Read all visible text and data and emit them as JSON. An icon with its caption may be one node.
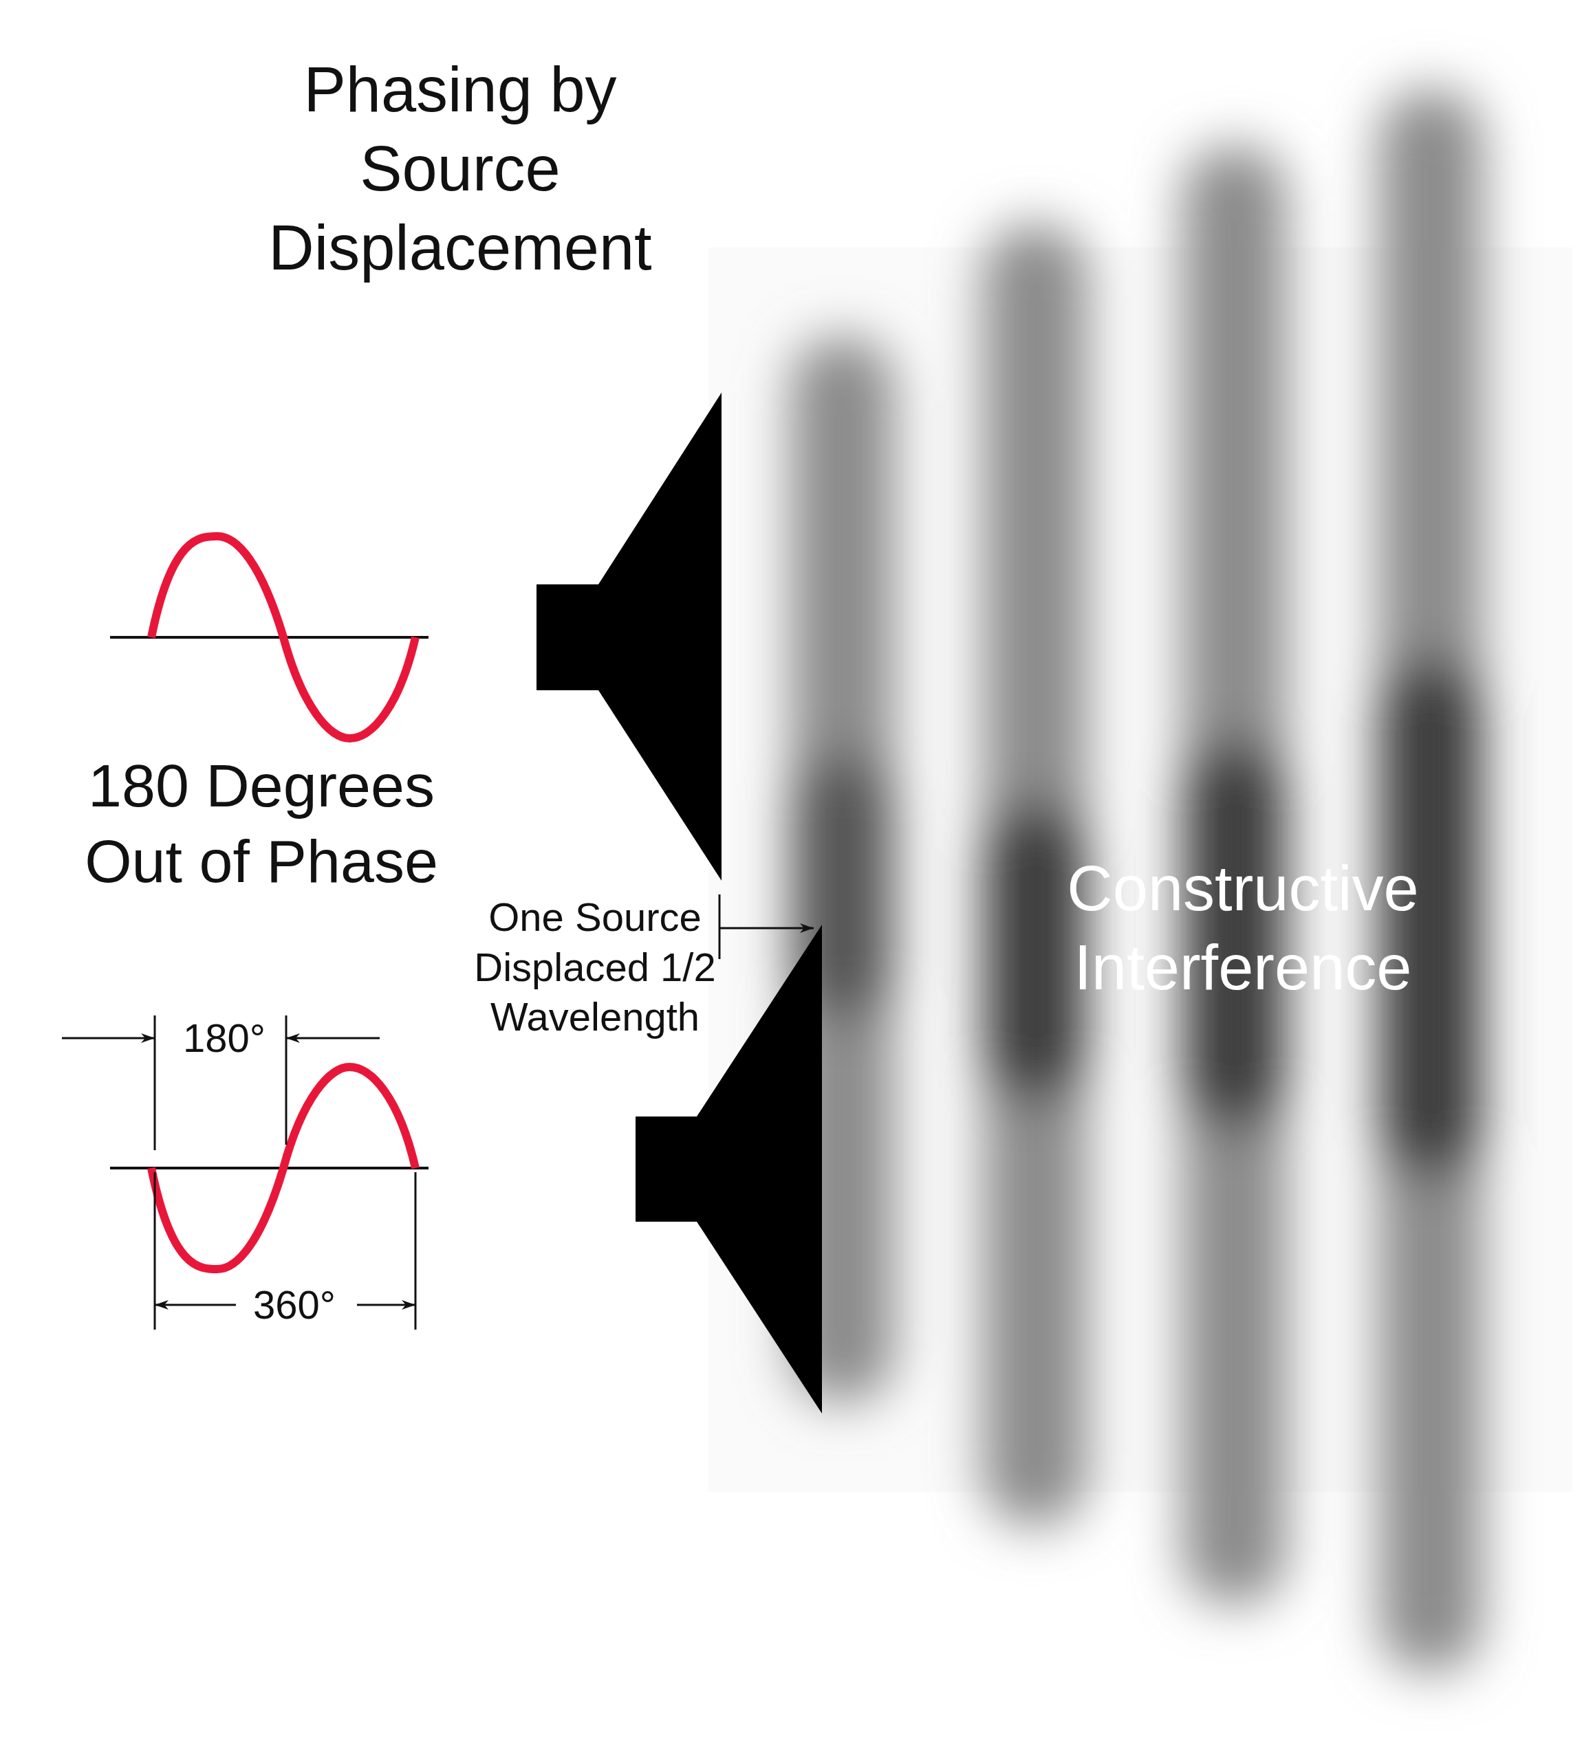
{
  "diagram": {
    "title": "Phasing by Source Displacement",
    "labels": [
      "180 Degrees Out of Phase",
      "Constructive Interference",
      "One Source Displaced 1/2 Wavelength",
      "180°",
      "360°"
    ]
  }
}
